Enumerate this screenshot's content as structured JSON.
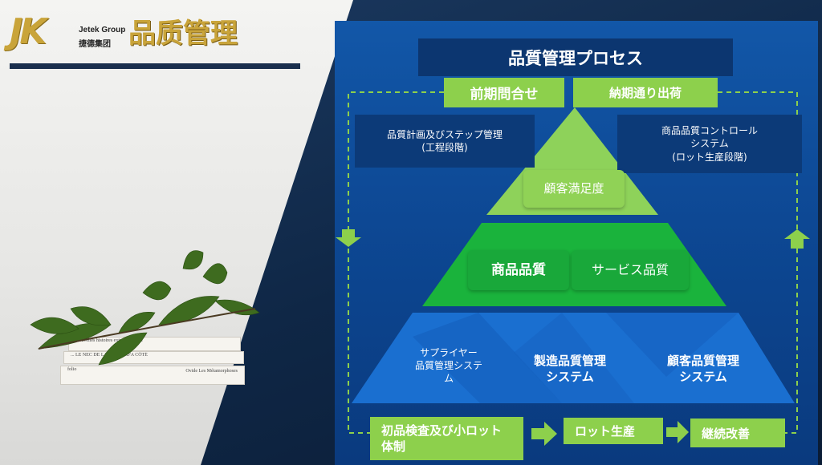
{
  "brand": {
    "logo_mark": "JK",
    "company_en": "Jetek Group",
    "company_cn": "捷德集团",
    "page_title": "品质管理"
  },
  "books": [
    "Nouvelles histoires extraordinaires",
    "... LE NEC DE LA TOMBE D'A CÔTÉ",
    "folio",
    "Ovide   Les Métamorphoses"
  ],
  "diagram": {
    "header": "品質管理プロセス",
    "top_left_tab": "前期問合せ",
    "top_right_tab": "納期通り出荷",
    "left_box": "品質計画及びステップ管理\n(工程段階)",
    "right_box": "商品品質コントロール\nシステム\n(ロット生産段階)",
    "level1": "顧客満足度",
    "level2_left": "商品品質",
    "level2_right": "サービス品質",
    "level3_left": "サプライヤー\n品質管理システ\nム",
    "level3_mid": "製造品質管理\nシステム",
    "level3_right": "顧客品質管理\nシステム",
    "flow_step1": "初品検査及び小ロット\n体制",
    "flow_step2": "ロット生産",
    "flow_step3": "継続改善"
  },
  "colors": {
    "gold": "#c9a43a",
    "navy": "#1a2f4d",
    "panel_blue": "#0d4894",
    "light_green": "#8dd04c",
    "mid_green": "#19a83a",
    "pyramid_base": "#1a6fd0"
  },
  "icons": [
    "down-arrow-icon",
    "up-arrow-icon",
    "right-arrow-icon"
  ]
}
